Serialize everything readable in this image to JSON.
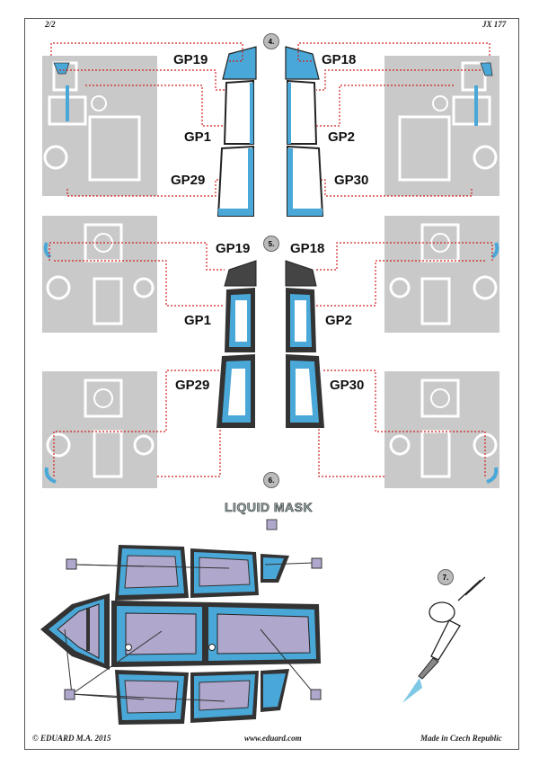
{
  "header": {
    "page": "2/2",
    "code": "JX 177"
  },
  "footer": {
    "copyright": "© EDUARD  M.A. 2015",
    "website": "www.eduard.com",
    "origin": "Made in Czech Republic"
  },
  "steps": {
    "s4": "4.",
    "s5": "5.",
    "s6": "6.",
    "s7": "7."
  },
  "parts": {
    "gp19": "GP19",
    "gp18": "GP18",
    "gp1": "GP1",
    "gp2": "GP2",
    "gp29": "GP29",
    "gp30": "GP30"
  },
  "liquid_mask": "LIQUID MASK",
  "colors": {
    "blue": "#4aa8d8",
    "purple": "#b0a8cc",
    "dark": "#333333",
    "sheet": "#c9c9c9",
    "leader": "#d22222"
  }
}
